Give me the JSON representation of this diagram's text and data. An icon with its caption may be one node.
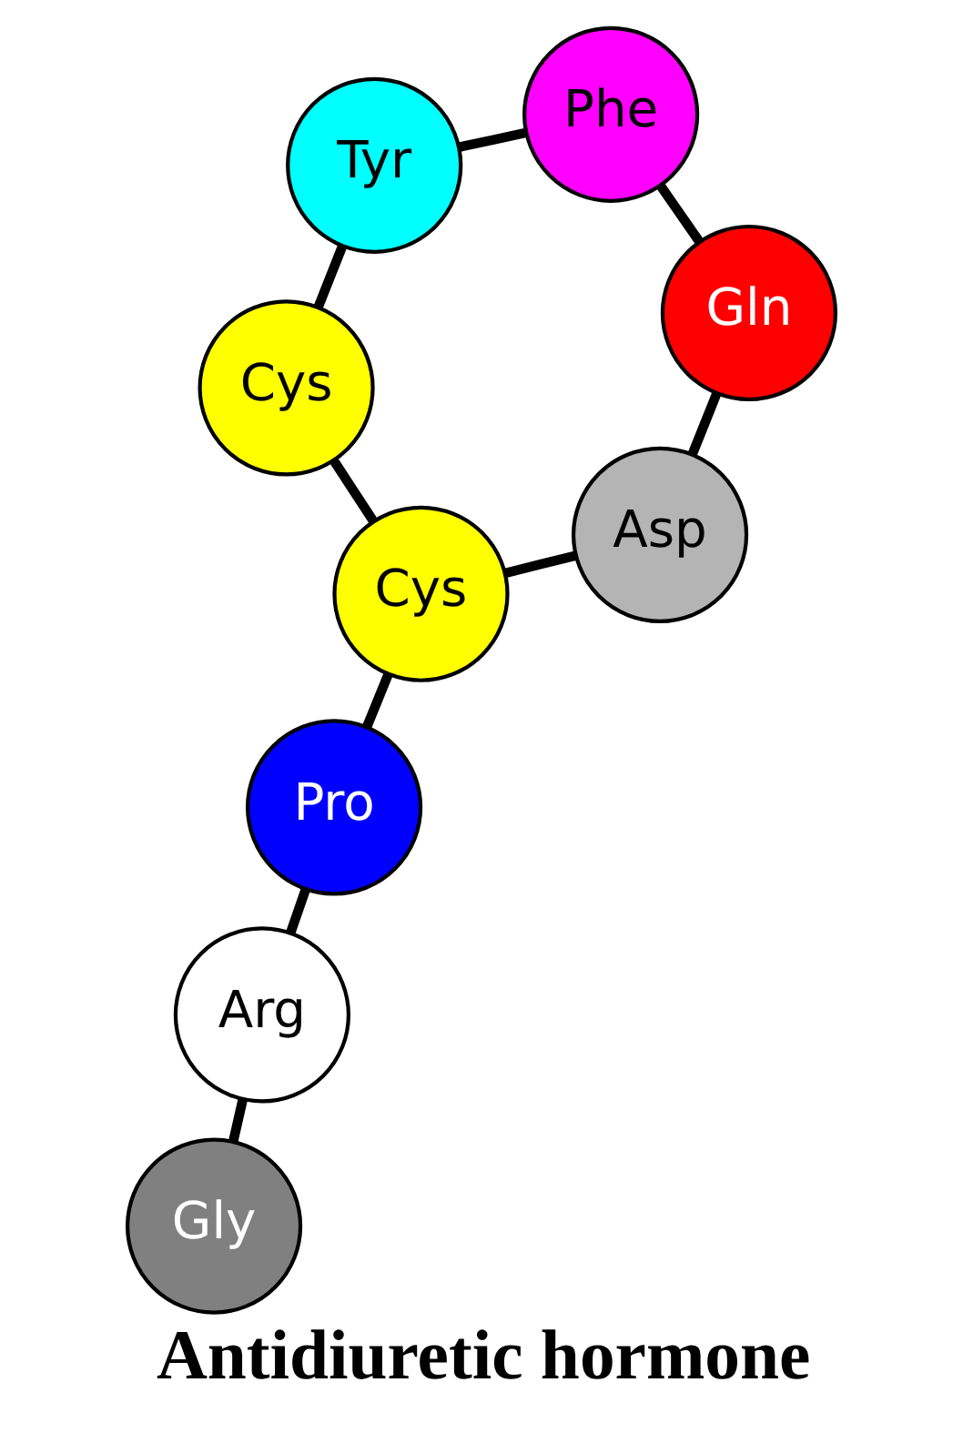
{
  "diagram": {
    "caption": "Antidiuretic hormone",
    "nodes": [
      {
        "text": [
          "Tyr"
        ]
      },
      {
        "text": [
          "Phe"
        ]
      },
      {
        "text": [
          "Gln"
        ]
      },
      {
        "text": [
          "Cys"
        ]
      },
      {
        "text": [
          "Asp"
        ]
      },
      {
        "text": [
          "Cys"
        ]
      },
      {
        "text": [
          "Pro"
        ]
      },
      {
        "text": [
          "Arg"
        ]
      },
      {
        "text": [
          "Gly"
        ]
      }
    ],
    "edges": [
      {
        "from": 3,
        "to": 0,
        "arrow": "none"
      },
      {
        "from": 0,
        "to": 1,
        "arrow": "none"
      },
      {
        "from": 1,
        "to": 2,
        "arrow": "none"
      },
      {
        "from": 2,
        "to": 4,
        "arrow": "none"
      },
      {
        "from": 4,
        "to": 5,
        "arrow": "none"
      },
      {
        "from": 3,
        "to": 5,
        "arrow": "none"
      },
      {
        "from": 5,
        "to": 6,
        "arrow": "none"
      },
      {
        "from": 6,
        "to": 7,
        "arrow": "none"
      },
      {
        "from": 7,
        "to": 8,
        "arrow": "none"
      }
    ]
  }
}
